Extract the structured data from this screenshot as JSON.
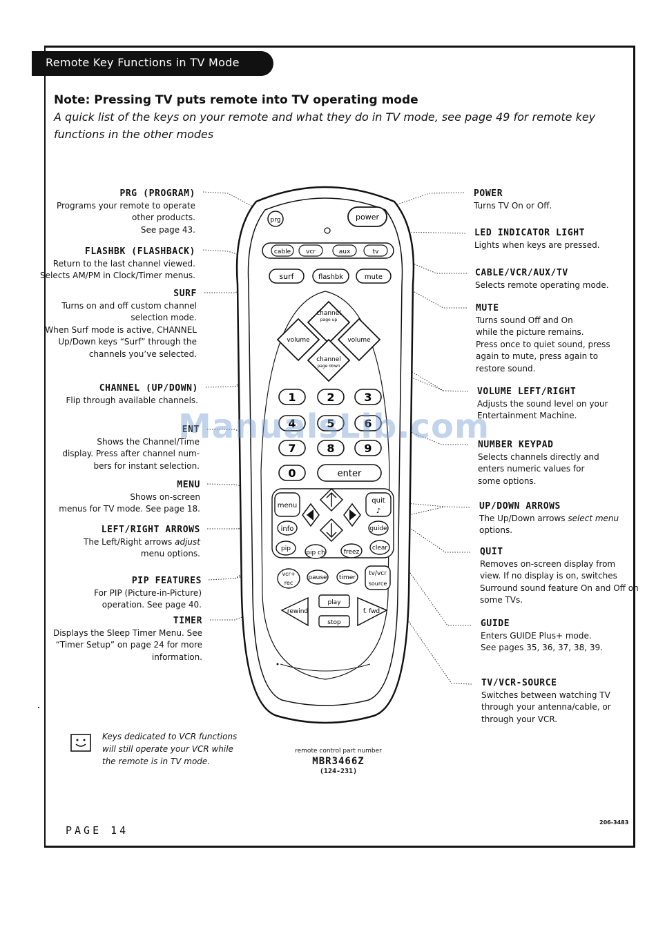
{
  "header": {
    "title": "Remote Key Functions in TV Mode"
  },
  "note": {
    "title": "Note: Pressing TV puts remote into TV operating mode",
    "body": "A quick list of the keys on your remote and what they do in TV mode, see page 49 for remote key functions in the other modes"
  },
  "left_labels": [
    {
      "title": "PRG (PROGRAM)",
      "text": "Programs your remote to operate\nother products.\nSee page 43."
    },
    {
      "title": "FLASHBK (FLASHBACK)",
      "text": "Return to the last channel viewed.\nSelects AM/PM in Clock/Timer menus."
    },
    {
      "title": "SURF",
      "text": "Turns on and off custom channel\nselection mode.\nWhen Surf mode is active, CHANNEL\nUp/Down keys “Surf” through the\nchannels you’ve selected."
    },
    {
      "title": "CHANNEL (UP/DOWN)",
      "text": "Flip through available channels."
    },
    {
      "title": "ENT",
      "text": "Shows the Channel/Time\ndisplay. Press after channel num-\nbers for instant selection."
    },
    {
      "title": "MENU",
      "text": "Shows on-screen\nmenus for TV mode. See page 18."
    },
    {
      "title": "LEFT/RIGHT ARROWS",
      "text_a": "The Left/Right arrows ",
      "text_b": "adjust",
      "text_c": "\nmenu options."
    },
    {
      "title": "PIP FEATURES",
      "text": "For PIP (Picture-in-Picture)\noperation. See page 40."
    },
    {
      "title": "TIMER",
      "text": "Displays the Sleep Timer Menu. See\n“Timer Setup” on page 24 for more\ninformation."
    }
  ],
  "right_labels": [
    {
      "title": "POWER",
      "text": "Turns TV On or Off."
    },
    {
      "title": "LED INDICATOR LIGHT",
      "text": "Lights when keys are pressed."
    },
    {
      "title": "CABLE/VCR/AUX/TV",
      "text": "Selects remote operating mode."
    },
    {
      "title": "MUTE",
      "text": "Turns sound Off and On\nwhile the picture remains.\nPress once to quiet sound, press\nagain to mute, press again to\nrestore sound."
    },
    {
      "title": "VOLUME LEFT/RIGHT",
      "text": "Adjusts the sound level on your\nEntertainment Machine."
    },
    {
      "title": "NUMBER KEYPAD",
      "text": "Selects channels directly and\nenters numeric values for\nsome options."
    },
    {
      "title": "UP/DOWN ARROWS",
      "text_a": "The Up/Down arrows ",
      "text_b": "select menu",
      "text_c": "\noptions."
    },
    {
      "title": "QUIT",
      "text": "Removes on-screen display from\nview. If no display is on, switches\nSurround sound feature On and Off on\nsome TVs."
    },
    {
      "title": "GUIDE",
      "text": "Enters GUIDE Plus+ mode.\nSee pages 35, 36, 37, 38, 39."
    },
    {
      "title": "TV/VCR-SOURCE",
      "text": "Switches between watching TV\nthrough your antenna/cable, or\nthrough your VCR."
    }
  ],
  "remote_buttons": {
    "prg": "prg",
    "power": "power",
    "cable": "cable",
    "vcr": "vcr",
    "aux": "aux",
    "tv": "tv",
    "surf": "surf",
    "flashbk": "flashbk",
    "mute": "mute",
    "channel_up": "channel",
    "channel_up_sub": "page up",
    "channel_down": "channel",
    "channel_down_sub": "page down",
    "volume_left": "volume",
    "volume_right": "volume",
    "n1": "1",
    "n2": "2",
    "n3": "3",
    "n4": "4",
    "n5": "5",
    "n6": "6",
    "n7": "7",
    "n8": "8",
    "n9": "9",
    "n0": "0",
    "enter": "enter",
    "menu": "menu",
    "quit": "quit",
    "info": "info",
    "guide": "guide",
    "pip": "pip",
    "pipch": "pip ch",
    "freeze": "freez",
    "clear": "clear",
    "vcr_rec_a": "vcr+",
    "vcr_rec_b": "rec",
    "pause": "pause",
    "timer": "timer",
    "tvvcr": "tv/vcr",
    "source": "source",
    "play": "play",
    "rewind": "rewind",
    "ffwd": "f. fwd",
    "stop": "stop"
  },
  "tip": {
    "text": "Keys dedicated to VCR functions\nwill still operate your VCR while\nthe remote is in TV mode."
  },
  "part_number": {
    "caption": "remote control part number",
    "number": "MBR3466Z",
    "sub": "(124-231)"
  },
  "footer": {
    "page": "PAGE 14",
    "code": "206-3483"
  },
  "watermark": "ManualsLib.com"
}
